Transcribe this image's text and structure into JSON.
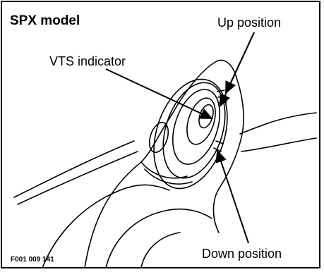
{
  "figure": {
    "title": "SPX model",
    "labels": {
      "up_position": "Up position",
      "vts_indicator": "VTS indicator",
      "down_position": "Down position"
    },
    "figure_code": "F001 009 141"
  },
  "colors": {
    "line": "#000000",
    "background": "#ffffff"
  }
}
